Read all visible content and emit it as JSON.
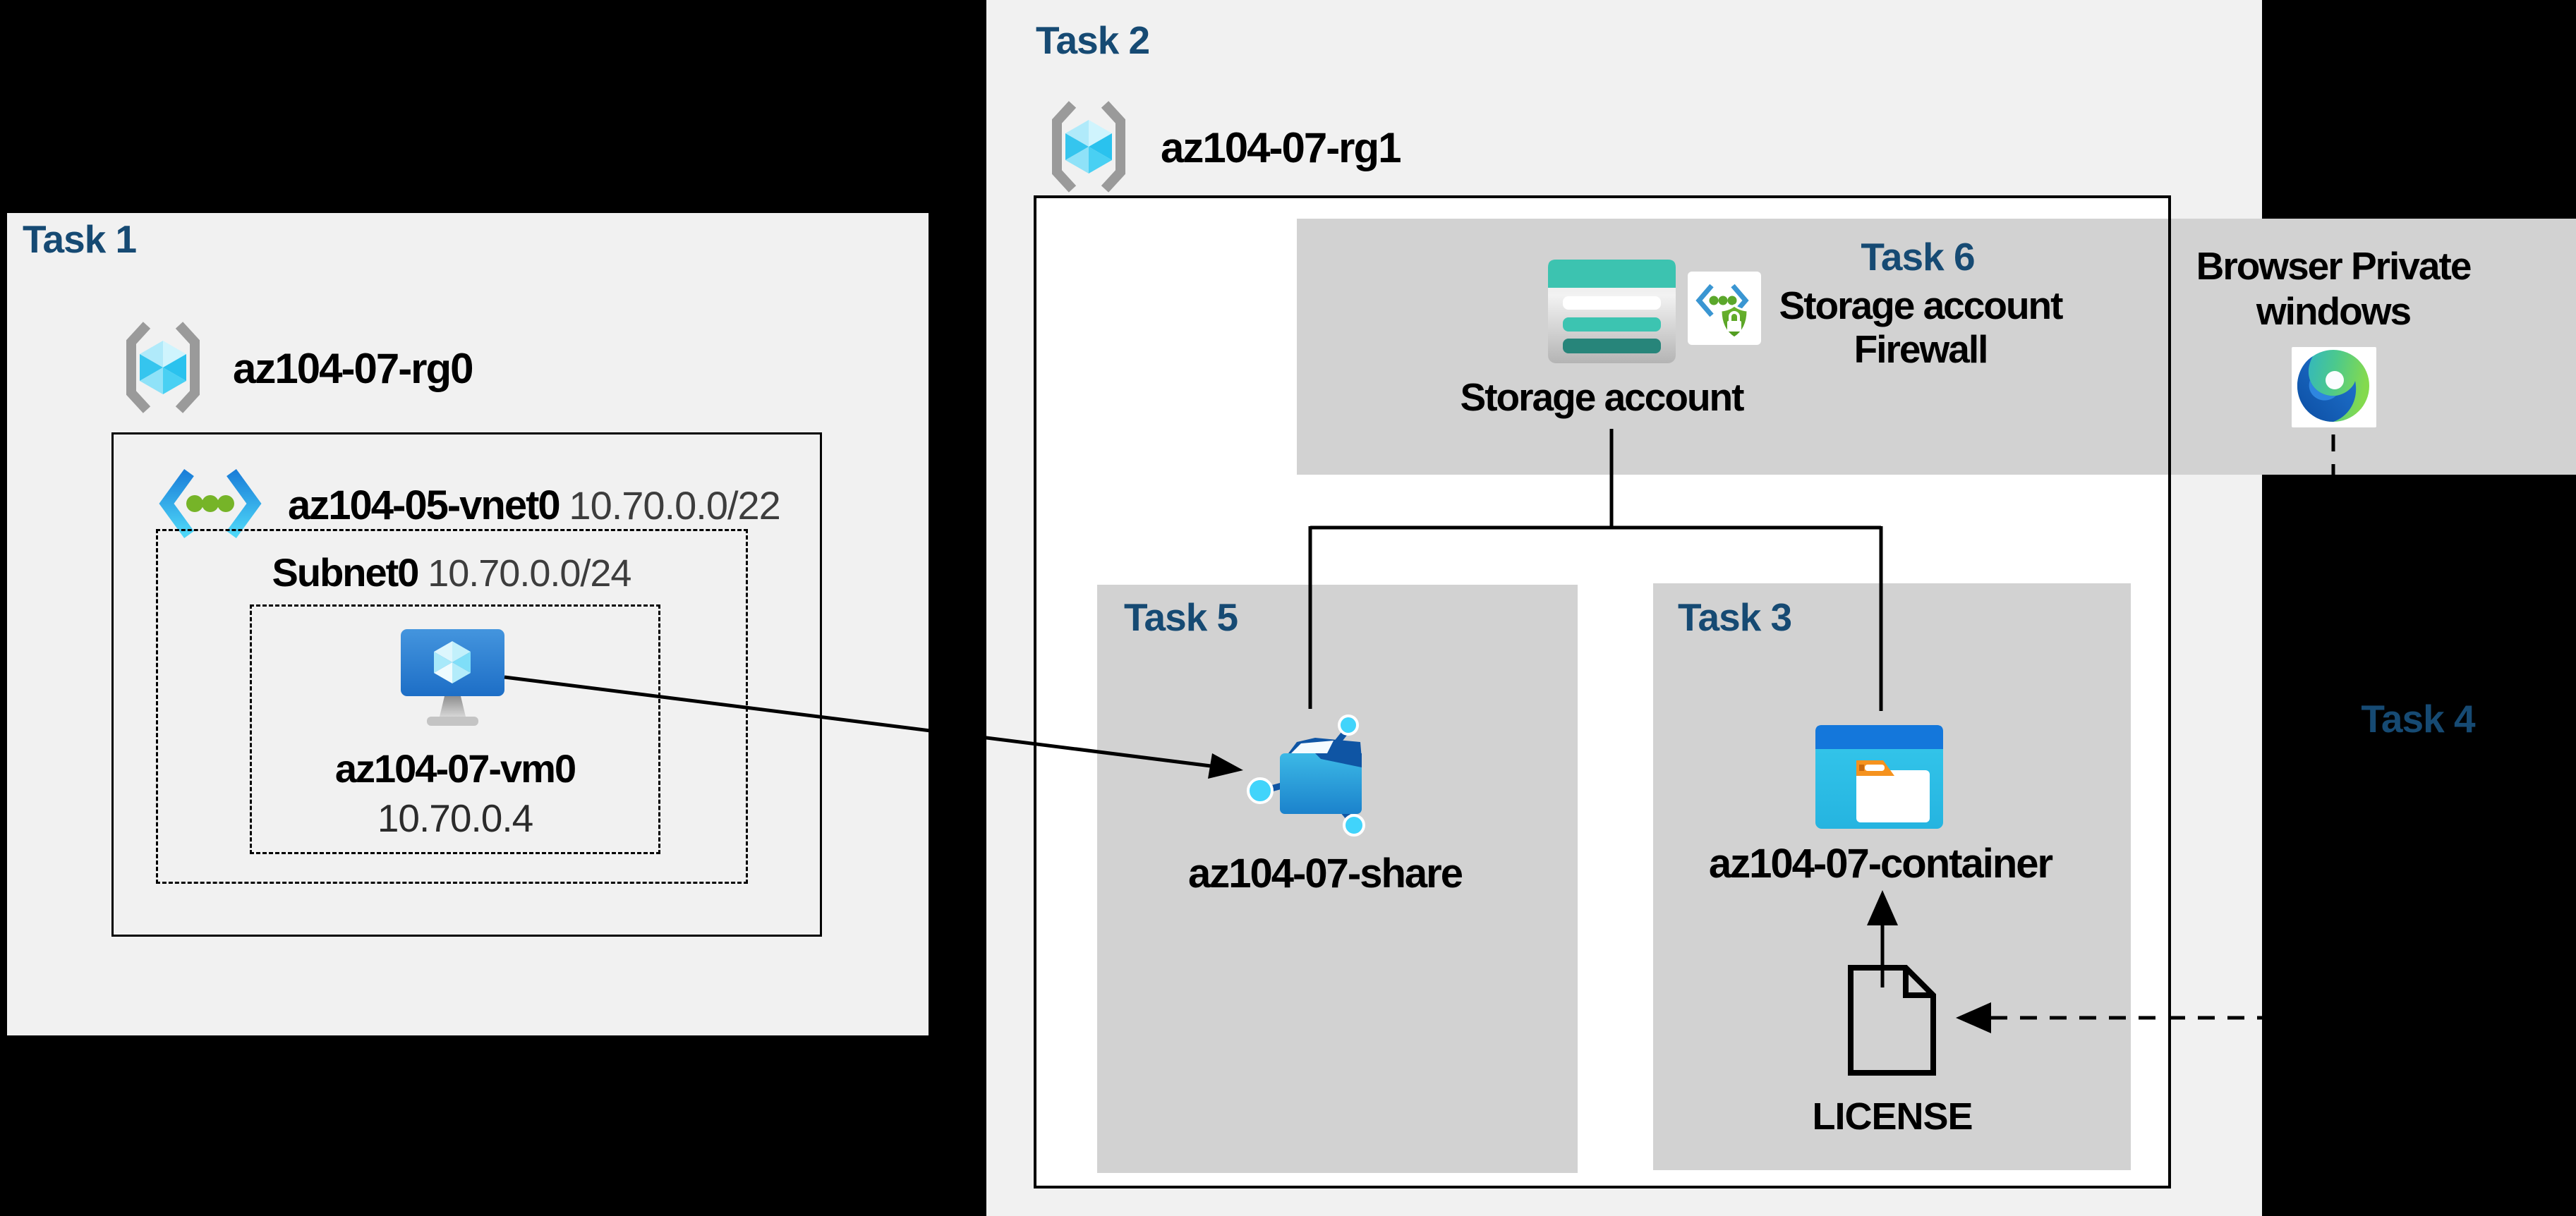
{
  "title": "AZ-104 Lab 07 architecture diagram",
  "colors": {
    "canvas": "#000000",
    "panel_fill": "#f1f1f1",
    "inner_box_fill": "#ffffff",
    "gray_zone_fill": "#d2d2d2",
    "task_label": "#164a73",
    "text": "#000000",
    "cidr_text": "#3d3d3d",
    "line": "#000000",
    "storage_teal": "#3cc3b0",
    "storage_teal_dark": "#27857a",
    "azure_blue": "#1477db",
    "cyan": "#41d4fb",
    "vnet_green": "#76b428",
    "shield_green": "#5ba72b",
    "folder_orange": "#f5921e"
  },
  "task1": {
    "label": "Task 1",
    "rg_name": "az104-07-rg0",
    "vnet_name": "az104-05-vnet0",
    "vnet_cidr": "10.70.0.0/22",
    "subnet_name": "Subnet0",
    "subnet_cidr": "10.70.0.0/24",
    "vm_name": "az104-07-vm0",
    "vm_ip": "10.70.0.4"
  },
  "task2": {
    "label": "Task 2",
    "rg_name": "az104-07-rg1"
  },
  "task6": {
    "label": "Task 6",
    "line1": "Storage account",
    "line2": "Firewall"
  },
  "storage": {
    "label": "Storage account"
  },
  "browser": {
    "line1": "Browser Private",
    "line2": "windows"
  },
  "task5": {
    "label": "Task 5",
    "share_name": "az104-07-share"
  },
  "task3": {
    "label": "Task 3",
    "container_name": "az104-07-container",
    "license_label": "LICENSE"
  },
  "task4": {
    "label": "Task 4"
  },
  "icons": [
    "resource-group-icon",
    "virtual-network-icon",
    "virtual-machine-icon",
    "storage-account-icon",
    "storage-firewall-icon",
    "edge-browser-icon",
    "file-share-icon",
    "blob-container-icon",
    "license-file-icon"
  ]
}
